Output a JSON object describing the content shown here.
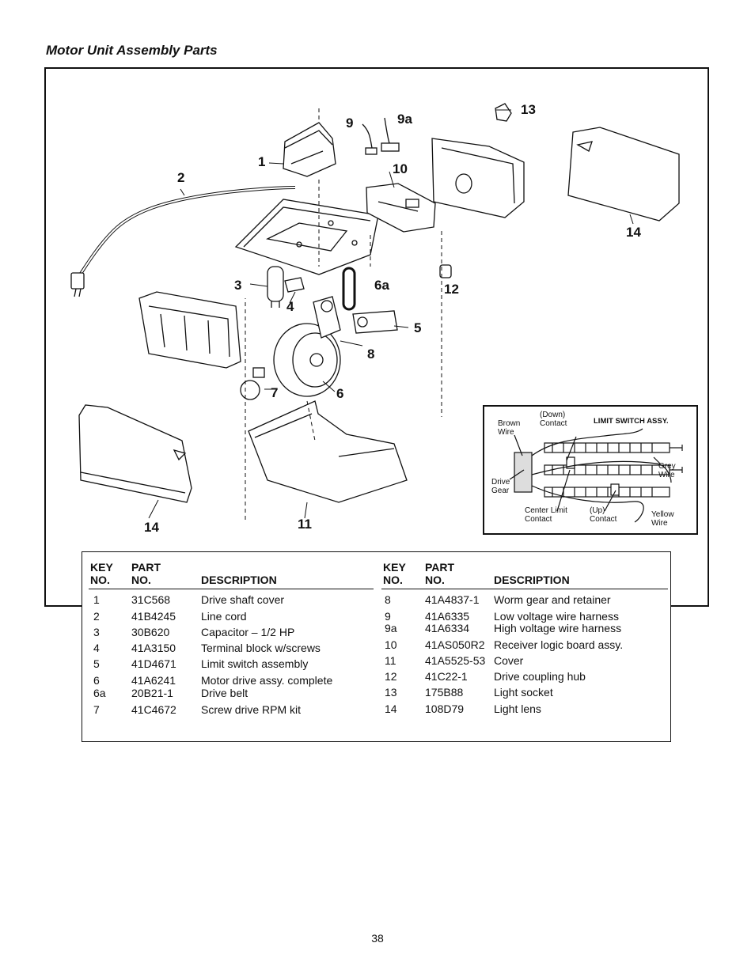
{
  "page": {
    "title": "Motor Unit Assembly Parts",
    "page_number": "38"
  },
  "diagram": {
    "callouts": [
      "1",
      "2",
      "3",
      "4",
      "5",
      "6",
      "6a",
      "7",
      "8",
      "9",
      "9a",
      "10",
      "11",
      "12",
      "13",
      "14",
      "14"
    ],
    "inset": {
      "title": "LIMIT SWITCH ASSY.",
      "labels": {
        "brown_wire": "Brown\nWire",
        "down_contact": "(Down)\nContact",
        "grey_wire": "Grey\nWire",
        "drive_gear": "Drive\nGear",
        "center_limit_contact": "Center Limit\nContact",
        "up_contact": "(Up)\nContact",
        "yellow_wire": "Yellow\nWire"
      }
    }
  },
  "parts_table": {
    "headers": {
      "key_no_line1": "KEY",
      "key_no_line2": "NO.",
      "part_no_line1": "PART",
      "part_no_line2": "NO.",
      "description": "DESCRIPTION"
    },
    "left_rows": [
      {
        "key": "1",
        "part": "31C568",
        "desc": "Drive shaft cover"
      },
      {
        "key": "2",
        "part": "41B4245",
        "desc": "Line cord"
      },
      {
        "key": "3",
        "part": "30B620",
        "desc": "Capacitor – 1/2 HP"
      },
      {
        "key": "4",
        "part": "41A3150",
        "desc": "Terminal block w/screws"
      },
      {
        "key": "5",
        "part": "41D4671",
        "desc": "Limit switch assembly"
      },
      {
        "key": "6",
        "part": "41A6241",
        "desc": "Motor drive assy. complete"
      },
      {
        "key": "6a",
        "part": "20B21-1",
        "desc": "Drive belt"
      },
      {
        "key": "7",
        "part": "41C4672",
        "desc": "Screw drive RPM kit"
      }
    ],
    "right_rows": [
      {
        "key": "8",
        "part": "41A4837-1",
        "desc": "Worm gear and retainer"
      },
      {
        "key": "9",
        "part": "41A6335",
        "desc": "Low voltage wire harness"
      },
      {
        "key": "9a",
        "part": "41A6334",
        "desc": "High voltage wire harness"
      },
      {
        "key": "10",
        "part": "41AS050R2",
        "desc": "Receiver logic board assy."
      },
      {
        "key": "11",
        "part": "41A5525-53",
        "desc": "Cover"
      },
      {
        "key": "12",
        "part": "41C22-1",
        "desc": "Drive coupling hub"
      },
      {
        "key": "13",
        "part": "175B88",
        "desc": "Light socket"
      },
      {
        "key": "14",
        "part": "108D79",
        "desc": "Light lens"
      }
    ]
  }
}
